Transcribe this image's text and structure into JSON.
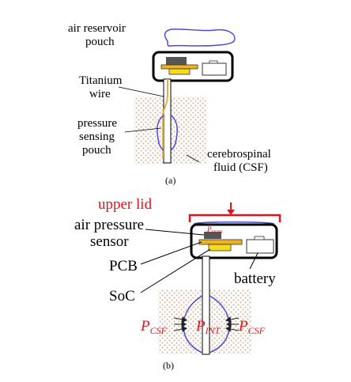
{
  "panel_a": {
    "caption": "(a)",
    "label_air_reservoir_1": "air reservoir",
    "label_air_reservoir_2": "pouch",
    "label_titanium_1": "Titanium",
    "label_titanium_2": "wire",
    "label_pressure_1": "pressure",
    "label_pressure_2": "sensing",
    "label_pressure_3": "pouch",
    "label_csf_1": "cerebrospinal",
    "label_csf_2": "fluid (CSF)"
  },
  "panel_b": {
    "caption": "(b)",
    "label_upper_lid": "upper lid",
    "label_air_pressure_1": "air pressure",
    "label_air_pressure_2": "sensor",
    "label_psens": "P",
    "label_psens_sub": "SENS",
    "label_pcb": "PCB",
    "label_battery": "battery",
    "label_soc": "SoC",
    "label_pcsf_left": "P",
    "label_pcsf_left_sub": "CSF",
    "label_pint": "P",
    "label_pint_sub": "INT",
    "label_pcsf_right": "P",
    "label_pcsf_right_sub": "CSF"
  },
  "colors": {
    "pouch_blue": "#4a4adf",
    "red": "#e8101a",
    "pcb_orange": "#f0b21e",
    "soc_yellow": "#f5dc1e",
    "sensor_gray": "#555555",
    "tissue_dots": "#d9b8a0"
  }
}
